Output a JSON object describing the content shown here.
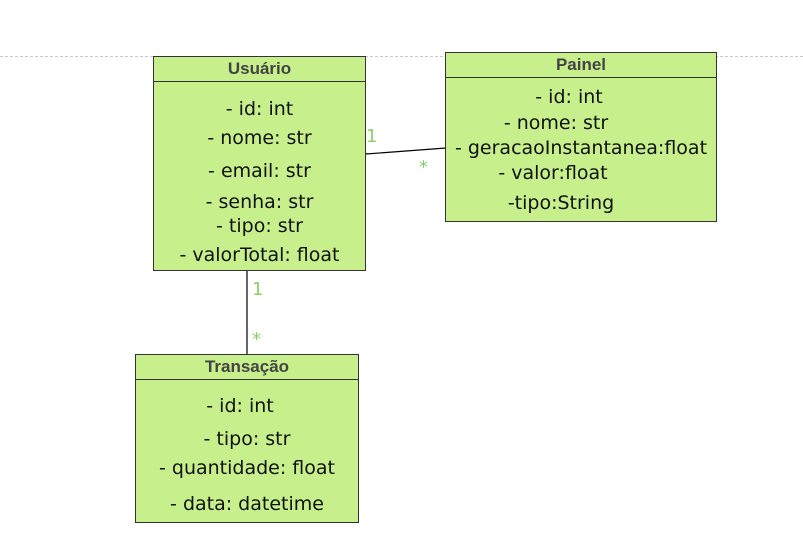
{
  "classes": {
    "usuario": {
      "name": "Usuário",
      "attributes": [
        "- id: int",
        "- nome: str",
        "- email: str",
        "- senha: str",
        "- tipo: str",
        "- valorTotal: float"
      ]
    },
    "painel": {
      "name": "Painel",
      "attributes": [
        "- id: int",
        "- nome: str",
        "- geracaoInstantanea:float",
        "- valor:float",
        "-tipo:String"
      ]
    },
    "transacao": {
      "name": "Transação",
      "attributes": [
        "- id: int",
        "- tipo: str",
        "- quantidade: float",
        "- data: datetime"
      ]
    }
  },
  "associations": {
    "usuario_painel": {
      "source_mult": "1",
      "target_mult": "*"
    },
    "usuario_transacao": {
      "source_mult": "1",
      "target_mult": "*"
    }
  },
  "colors": {
    "class_fill": "#c7ef8c",
    "border": "#333333",
    "multiplicity": "#8ccf6a"
  }
}
